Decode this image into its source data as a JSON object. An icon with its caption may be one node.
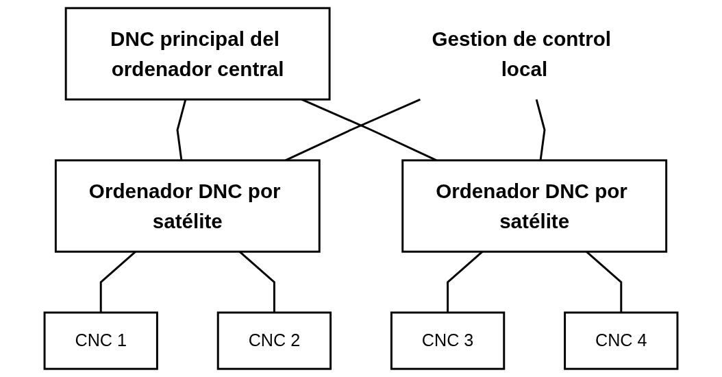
{
  "diagram": {
    "nodes": [
      {
        "text": [
          "DNC principal del ordenador central"
        ]
      },
      {
        "text": [
          "Ordenador DNC por satélite"
        ]
      },
      {
        "text": [
          "Gestion de control local"
        ]
      },
      {
        "text": [
          "Ordenador DNC por satélite"
        ]
      },
      {
        "text": [
          "CNC 1"
        ]
      },
      {
        "text": [
          "CNC 2"
        ]
      },
      {
        "text": [
          "CNC 3"
        ]
      },
      {
        "text": [
          "CNC 4"
        ]
      }
    ],
    "edges": [
      {
        "from": 0,
        "to": 1,
        "arrow": "none"
      },
      {
        "from": 0,
        "to": 3,
        "arrow": "none"
      },
      {
        "from": 2,
        "to": 1,
        "arrow": "none"
      },
      {
        "from": 2,
        "to": 3,
        "arrow": "none"
      },
      {
        "from": 1,
        "to": 4,
        "arrow": "none"
      },
      {
        "from": 1,
        "to": 5,
        "arrow": "none"
      },
      {
        "from": 3,
        "to": 6,
        "arrow": "none"
      },
      {
        "from": 3,
        "to": 7,
        "arrow": "none"
      }
    ]
  }
}
